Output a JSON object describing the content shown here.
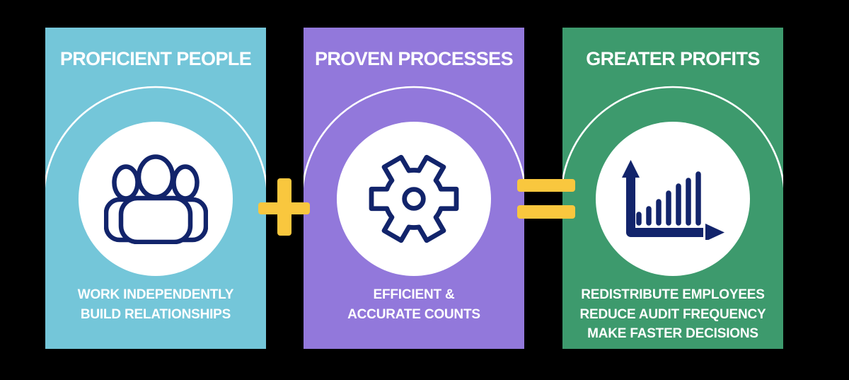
{
  "figure": {
    "background": "#000000",
    "text_color": "#FFFFFF",
    "icon_color": "#12246B",
    "accent_color": "#F9C73E",
    "cards": [
      {
        "title": "PROFICIENT PEOPLE",
        "bg_color": "#74C6D9",
        "icon": "people-icon",
        "lines": [
          "WORK INDEPENDENTLY",
          "BUILD RELATIONSHIPS",
          ""
        ]
      },
      {
        "title": "PROVEN PROCESSES",
        "bg_color": "#9278DB",
        "icon": "gear-icon",
        "lines": [
          "EFFICIENT &",
          "ACCURATE COUNTS",
          ""
        ]
      },
      {
        "title": "GREATER PROFITS",
        "bg_color": "#3D9A6D",
        "icon": "bar-chart-icon",
        "lines": [
          "REDISTRIBUTE EMPLOYEES",
          "REDUCE AUDIT FREQUENCY",
          "MAKE FASTER DECISIONS"
        ]
      }
    ],
    "operators": {
      "plus": "+",
      "equals": "="
    }
  }
}
